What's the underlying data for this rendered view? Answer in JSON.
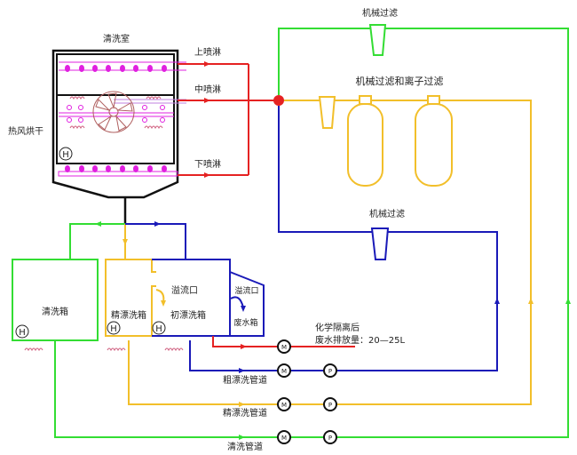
{
  "colors": {
    "red": "#e52222",
    "green": "#33dd33",
    "blue": "#1a1ab8",
    "yellow": "#f2bf2a",
    "magenta": "#e020e0",
    "black": "#111111",
    "fan": "#b06060",
    "heater": "#d06080"
  },
  "labels": {
    "chamber": "清洗室",
    "spray_top": "上喷淋",
    "spray_mid": "中喷淋",
    "spray_bottom": "下喷淋",
    "hot_air_dry": "热风烘干",
    "filter_green": "机械过滤",
    "filter_yellow": "机械过滤和离子过滤",
    "filter_blue": "机械过滤",
    "tank_clean": "清洗箱",
    "tank_fine_rinse": "精漂洗箱",
    "tank_first_rinse": "初漂洗箱",
    "overflow_1": "溢流口",
    "overflow_2": "溢流口",
    "waste_tank": "废水箱",
    "waste_note_line1": "化学隔离后",
    "waste_note_line2": "废水排放量：20—25L",
    "pipe_coarse": "粗漂洗管道",
    "pipe_fine": "精漂洗管道",
    "pipe_clean": "清洗管道",
    "heater_symbol": "H",
    "valve_symbol": "M",
    "pump_symbol": "P"
  }
}
